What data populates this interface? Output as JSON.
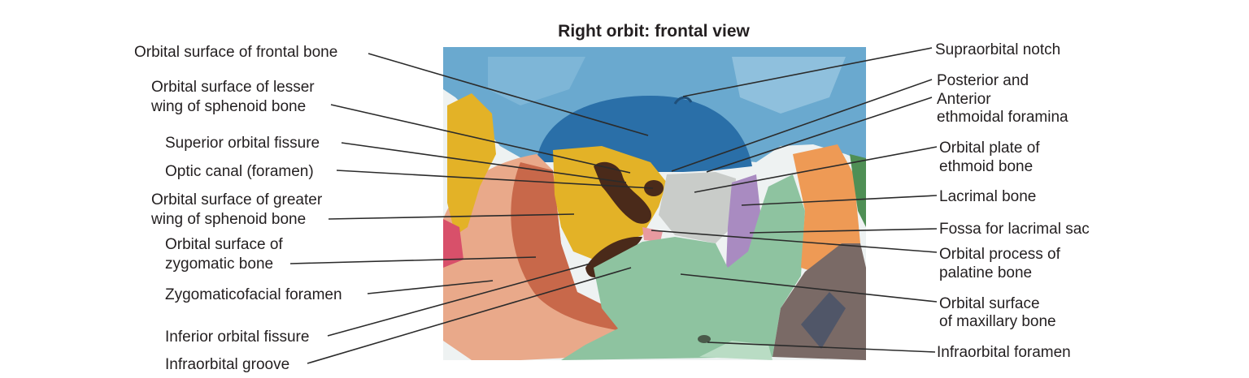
{
  "title": "Right orbit: frontal view",
  "labels_left": [
    {
      "id": "orbital-surface-frontal",
      "lines": [
        "Orbital surface of frontal bone"
      ]
    },
    {
      "id": "orbital-surface-lesser-wing",
      "lines": [
        "Orbital surface of lesser",
        "wing of sphenoid bone"
      ]
    },
    {
      "id": "superior-orbital-fissure",
      "lines": [
        "Superior orbital fissure"
      ]
    },
    {
      "id": "optic-canal",
      "lines": [
        "Optic canal (foramen)"
      ]
    },
    {
      "id": "orbital-surface-greater-wing",
      "lines": [
        "Orbital surface of greater",
        "wing of sphenoid bone"
      ]
    },
    {
      "id": "orbital-surface-zygomatic",
      "lines": [
        "Orbital surface of",
        "zygomatic bone"
      ]
    },
    {
      "id": "zygomaticofacial-foramen",
      "lines": [
        "Zygomaticofacial foramen"
      ]
    },
    {
      "id": "inferior-orbital-fissure",
      "lines": [
        "Inferior orbital fissure"
      ]
    },
    {
      "id": "infraorbital-groove",
      "lines": [
        "Infraorbital groove"
      ]
    }
  ],
  "labels_right": [
    {
      "id": "supraorbital-notch",
      "lines": [
        "Supraorbital notch"
      ]
    },
    {
      "id": "ethmoidal-foramina",
      "lines": [
        "Posterior and",
        "Anterior",
        "ethmoidal foramina"
      ]
    },
    {
      "id": "orbital-plate-ethmoid",
      "lines": [
        "Orbital plate of",
        "ethmoid bone"
      ]
    },
    {
      "id": "lacrimal-bone",
      "lines": [
        "Lacrimal bone"
      ]
    },
    {
      "id": "fossa-lacrimal-sac",
      "lines": [
        "Fossa for lacrimal sac"
      ]
    },
    {
      "id": "orbital-process-palatine",
      "lines": [
        "Orbital process of",
        "palatine bone"
      ]
    },
    {
      "id": "orbital-surface-maxillary",
      "lines": [
        "Orbital surface",
        "of maxillary bone"
      ]
    },
    {
      "id": "infraorbital-foramen",
      "lines": [
        "Infraorbital foramen"
      ]
    }
  ],
  "colors": {
    "frontal": "#2a6fa8",
    "frontal_light": "#6aa9cf",
    "sphenoid": "#e3b227",
    "zygomatic": "#e9a98a",
    "zygomatic_deep": "#c8684a",
    "maxillary": "#8ec3a0",
    "ethmoid": "#c9ccc9",
    "lacrimal": "#a98bc1",
    "nasal": "#ee9a55",
    "fissure": "#4a2a1a",
    "leader": "#2b2b2b"
  }
}
